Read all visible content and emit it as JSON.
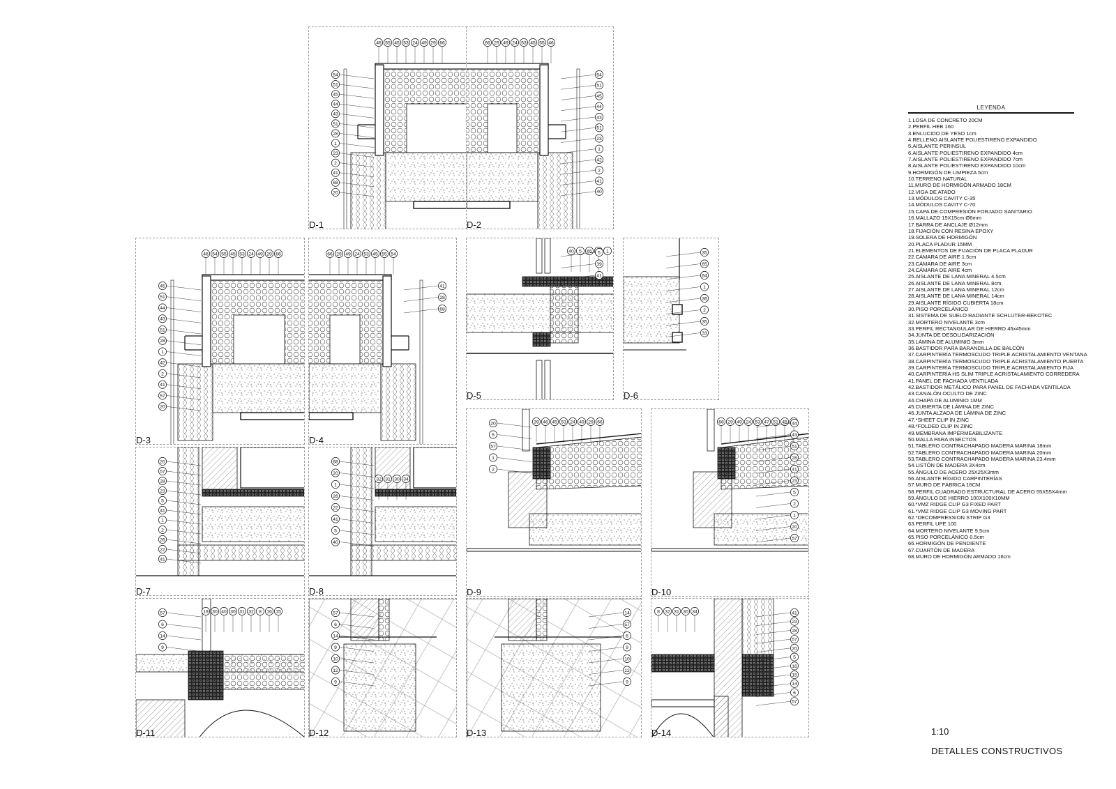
{
  "legend": {
    "title": "LEYENDA",
    "items": [
      "1.LOSA DE CONCRETO 20CM",
      "2.PERFIL HEB 160",
      "3.ENLUCIDO DE YESO 1cm",
      "4.RELLENO AISLANTE POLIESTIRENO EXPANDIDO",
      "5.AISLANTE PERINSUL",
      "6.AISLANTE POLIESTIRENO EXPANDIDO 4cm",
      "7.AISLANTE POLIESTIRENO EXPANDIDO 7cm",
      "8.AISLANTE POLIESTIRENO EXPANDIDO 10cm",
      "9.HORMIGÓN DE LIMPIEZA 5cm",
      "10.TERRENO NATURAL",
      "11.MURO DE HORMIGÓN ARMADO 18CM",
      "12.VIGA DE ATADO",
      "13.MÓDULOS CAVITY C-35",
      "14.MÓDULOS CAVITY C-70",
      "15.CAPA DE COMPRESIÓN FORJADO SANITARIO",
      "16.MALLAZO 15X15cm Ø6mm",
      "17.BARRA DE ANCLAJE Ø12mm",
      "18.FIJACIÓN CON RESINA EPOXY",
      "19.SOLERA DE HORMIGÓN",
      "20.PLACA PLADUR 15MM",
      "21.ELEMENTOS DE FIJACIÓN DE PLACA PLADUR",
      "22.CÁMARA DE AIRE 1.5cm",
      "23.CÁMARA DE AIRE 3cm",
      "24.CÁMARA DE AIRE 4cm",
      "25.AISLANTE DE LANA MINERAL 4.5cm",
      "26.AISLANTE DE LANA MINERAL 8cm",
      "27.AISLANTE DE LANA MINERAL 12cm",
      "28.AISLANTE DE LANA MINERAL 14cm",
      "29.AISLANTE RÍGIDO CUBIERTA 18cm",
      "30.PISO PORCELÁNICO",
      "31.SISTEMA DE SUELO RADIANTE SCHLUTER-BEKOTEC",
      "32.MORTERO NIVELANTE 3cm",
      "33.PERFIL RECTANGULAR DE HIERRO 45x45mm",
      "34.JUNTA DE DESOLIDARIZACIÓN",
      "35.LÁMINA DE ALUMINIO 3mm",
      "36.BASTIDOR PARA BARANDILLA DE BALCÓN",
      "37.CARPINTERÍA TERMOSCUDO TRIPLE ACRISTALAMIENTO VENTANA",
      "38.CARPINTERÍA TERMOSCUDO TRIPLE ACRISTALAMIENTO PUERTA",
      "39.CARPINTERÍA TERMOSCUDO TRIPLE ACRISTALAMIENTO FIJA",
      "40.CARPINTERÍA HS SLIM TRIPLE ACRISTALAMIENTO CORREDERA",
      "41.PANEL DE FACHADA VENTILADA",
      "42.BASTIDOR METÁLICO PARA PANEL DE FACHADA VENTILADA",
      "43.CANALÓN OCULTO DE ZINC",
      "44.CHAPA DE ALUMINIO 1MM",
      "45.CUBIERTA DE LÁMINA DE ZINC",
      "46.JUNTA ALZADA DE LÁMINA DE ZINC",
      "47.*SHEET CLIP IN ZINC",
      "48.*FOLDED CLIP IN ZINC",
      "49.MEMBRANA IMPERMEABILIZANTE",
      "50.MALLA PARA INSECTOS",
      "51.TABLERO CONTRACHAPADO MADERA MARINA 18mm",
      "52.TABLERO CONTRACHAPADO MADERA MARINA 20mm",
      "53.TABLERO CONTRACHAPADO MADERA MARINA 23.4mm",
      "54.LISTÓN DE MADERA 3X4cm",
      "55.ÁNGULO DE ACERO 25X25X3mm",
      "56.AISLANTE RÍGIDO CARPINTERÍAS",
      "57.MURO DE FÁBRICA 16CM",
      "58.PERFIL CUADRADO ESTRUCTURAL DE ACERO 55X55X4mm",
      "59.ÁNGULO DE HIERRO 100X100X10MM",
      "60.*VMZ RIDGE CLIP G3 FIXED PART",
      "61.*VMZ RIDGE CLIP G3 MOVING PART",
      "62.*DECOMPRESSION STRIP G3",
      "63.PERFIL UPE 100",
      "64.MORTERO NIVELANTE 9.5cm",
      "65.PISO PORCELÁNICO 0.5cm",
      "66.HORMIGÓN DE PENDIENTE",
      "67.CUARTÓN DE MADERA",
      "68.MURO DE HORMIGÓN ARMADO 16cm"
    ]
  },
  "scale": "1:10",
  "sheet_title": "DETALLES CONSTRUCTIVOS",
  "details": [
    {
      "label": "D-1",
      "kind": "roof-left",
      "top_callouts": [
        "46",
        "55",
        "45",
        "53",
        "24",
        "49",
        "29",
        "66"
      ],
      "side_callouts": [
        "54",
        "51",
        "45",
        "44",
        "43",
        "51",
        "28",
        "1",
        "23",
        "2",
        "41",
        "68",
        "20"
      ]
    },
    {
      "label": "D-2",
      "kind": "roof-right",
      "top_callouts": [
        "66",
        "29",
        "49",
        "24",
        "53",
        "45",
        "55",
        "46"
      ],
      "side_callouts": [
        "54",
        "51",
        "45",
        "44",
        "43",
        "51",
        "23",
        "1",
        "42",
        "2",
        "41",
        "40"
      ]
    },
    {
      "label": "D-3",
      "kind": "roof-left",
      "top_callouts": [
        "46",
        "54",
        "55",
        "45",
        "53",
        "24",
        "49",
        "29",
        "66"
      ],
      "side_callouts": [
        "45",
        "51",
        "44",
        "43",
        "51",
        "28",
        "1",
        "42",
        "2",
        "41",
        "57",
        "20"
      ]
    },
    {
      "label": "D-4",
      "kind": "roof-right",
      "top_callouts": [
        "66",
        "29",
        "49",
        "24",
        "53",
        "45",
        "55",
        "54"
      ],
      "side_callouts": [
        "41",
        "28",
        "68"
      ]
    },
    {
      "label": "D-5",
      "kind": "window-floor",
      "top_callouts": [
        "40",
        "5",
        "65",
        "64",
        "1"
      ],
      "side_callouts": [
        "5",
        "39",
        "41"
      ]
    },
    {
      "label": "D-6",
      "kind": "balcony",
      "top_callouts": [],
      "side_callouts": [
        "35",
        "65",
        "64",
        "1",
        "36",
        "2",
        "35",
        "33"
      ]
    },
    {
      "label": "D-7",
      "kind": "wall-floor",
      "top_callouts": [],
      "side_callouts": [
        "20",
        "57",
        "28",
        "23",
        "5",
        "41",
        "1",
        "2",
        "26",
        "22",
        "41"
      ]
    },
    {
      "label": "D-8",
      "kind": "wall-floor",
      "top_callouts": [
        "32",
        "31",
        "30",
        "34"
      ],
      "side_callouts": [
        "68",
        "20",
        "1",
        "26",
        "22",
        "41",
        "5",
        "40"
      ]
    },
    {
      "label": "D-9",
      "kind": "sloped-roof",
      "top_callouts": [
        "39",
        "46",
        "45",
        "53",
        "24",
        "49",
        "29",
        "66"
      ],
      "side_callouts": [
        "20",
        "5",
        "57",
        "1",
        "2"
      ]
    },
    {
      "label": "D-10",
      "kind": "sloped-roof",
      "top_callouts": [
        "66",
        "29",
        "49",
        "24",
        "53",
        "47",
        "51",
        "45",
        "48"
      ],
      "side_callouts": [
        "44",
        "43",
        "51",
        "28",
        "41",
        "23",
        "5",
        "2",
        "1",
        "20",
        "57"
      ]
    },
    {
      "label": "D-11",
      "kind": "ground-slab",
      "top_callouts": [
        "19",
        "30",
        "40",
        "30",
        "31",
        "32",
        "8",
        "16",
        "15"
      ],
      "side_callouts": [
        "57",
        "6",
        "14",
        "9"
      ]
    },
    {
      "label": "D-12",
      "kind": "foundation",
      "top_callouts": [],
      "side_callouts": [
        "57",
        "6",
        "14",
        "9",
        "10",
        "12",
        "9"
      ]
    },
    {
      "label": "D-13",
      "kind": "foundation",
      "top_callouts": [],
      "side_callouts": [
        "14",
        "57",
        "6",
        "9",
        "10",
        "12",
        "9"
      ]
    },
    {
      "label": "D-14",
      "kind": "ground-wall",
      "top_callouts": [
        "8",
        "32",
        "31",
        "30",
        "34"
      ],
      "side_callouts": [
        "41",
        "23",
        "28",
        "57",
        "20",
        "5",
        "16",
        "15",
        "14",
        "6",
        "57"
      ]
    }
  ]
}
